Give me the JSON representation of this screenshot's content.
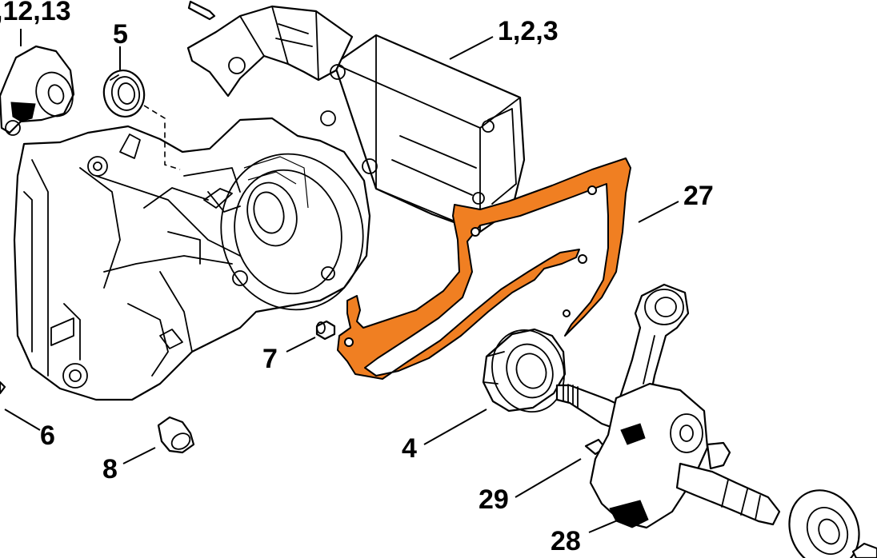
{
  "colors": {
    "highlight": "#f07f22",
    "line": "#000000",
    "background": "#ffffff"
  },
  "callouts": {
    "c_1_2_3": "1,2,3",
    "c_12_13": ",12,13",
    "c_5": "5",
    "c_27": "27",
    "c_7": "7",
    "c_6": "6",
    "c_8": "8",
    "c_4": "4",
    "c_29": "29",
    "c_28": "28"
  },
  "parts": [
    {
      "callout": "1,2,3",
      "name": "crankcase"
    },
    {
      "callout": ",12,13",
      "name": "cap"
    },
    {
      "callout": "5",
      "name": "oil-seal"
    },
    {
      "callout": "27",
      "name": "gasket",
      "highlighted": true
    },
    {
      "callout": "7",
      "name": "sleeve"
    },
    {
      "callout": "6",
      "name": "screw"
    },
    {
      "callout": "8",
      "name": "plug"
    },
    {
      "callout": "4",
      "name": "ball-bearing"
    },
    {
      "callout": "29",
      "name": "woodruff-key"
    },
    {
      "callout": "28",
      "name": "crankshaft"
    }
  ]
}
